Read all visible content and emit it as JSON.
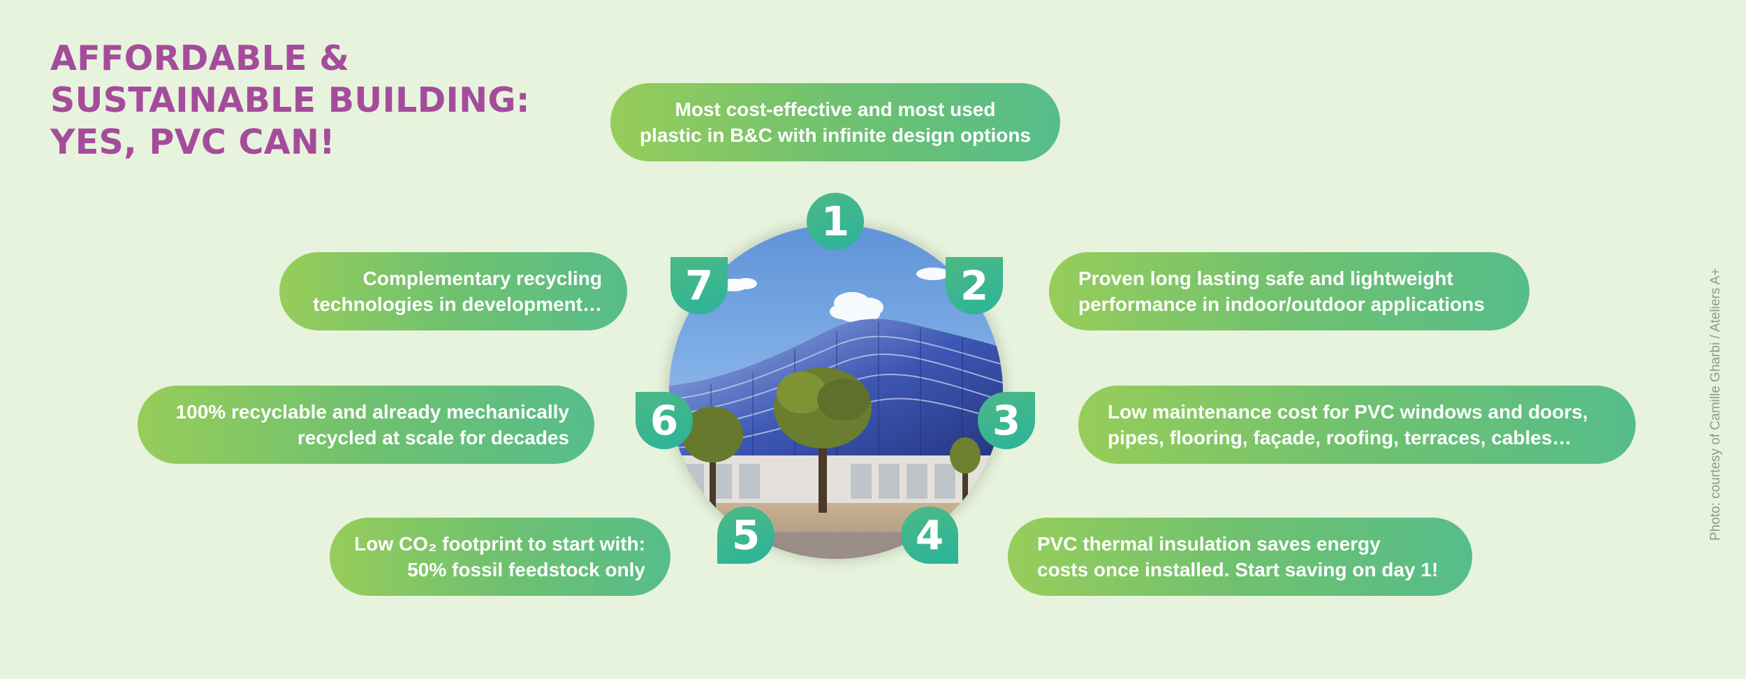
{
  "title": {
    "line1": "AFFORDABLE &",
    "line2": "SUSTAINABLE BUILDING:",
    "line3": "YES, PVC CAN!"
  },
  "points": [
    {
      "number": "1",
      "line1": "Most cost-effective and most used",
      "line2": "plastic in B&C with infinite design options"
    },
    {
      "number": "2",
      "line1": "Proven long lasting safe and lightweight",
      "line2": "performance in indoor/outdoor applications"
    },
    {
      "number": "3",
      "line1": "Low maintenance cost for PVC windows and doors,",
      "line2": "pipes, flooring, façade, roofing, terraces, cables…"
    },
    {
      "number": "4",
      "line1": "PVC thermal insulation saves energy",
      "line2": "costs once installed. Start saving on day 1!"
    },
    {
      "number": "5",
      "line1": "Low CO₂ footprint to start with:",
      "line2": "50% fossil feedstock only"
    },
    {
      "number": "6",
      "line1": "100% recyclable and already mechanically",
      "line2": "recycled at scale for decades"
    },
    {
      "number": "7",
      "line1": "Complementary recycling",
      "line2": "technologies in development…"
    }
  ],
  "credit": "Photo: courtesy of Camille Gharbi / Ateliers A+",
  "colors": {
    "background": "#e7f3dc",
    "title": "#a44c9b",
    "pill_start": "#97cd5a",
    "pill_end": "#56bd8a",
    "badge": "#2bb39b"
  }
}
